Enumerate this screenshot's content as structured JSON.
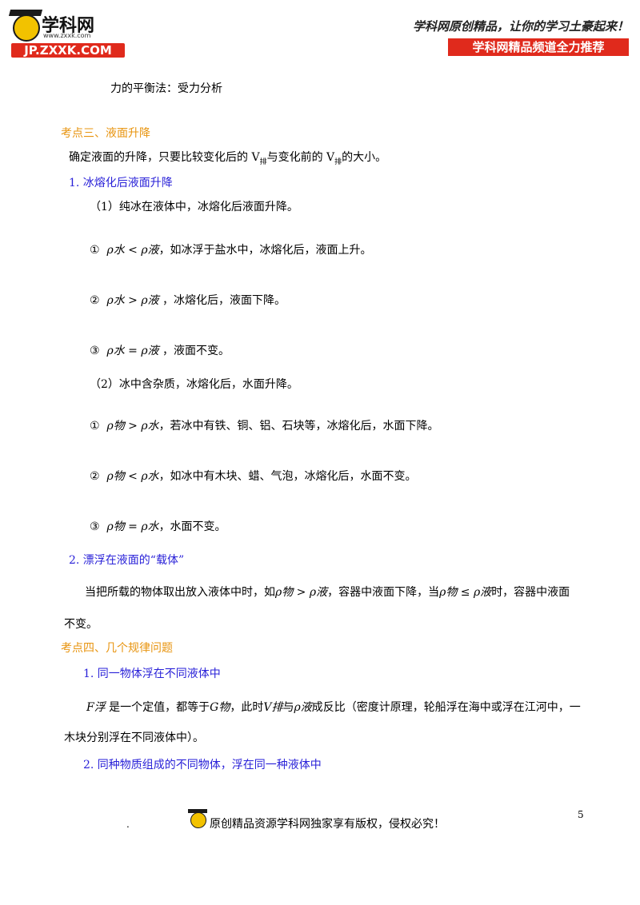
{
  "header": {
    "logo_name": "学科网",
    "logo_url": "www.zxxk.com",
    "logo_domain": "JP.ZXXK.COM",
    "slogan": "学科网原创精品，让你的学习土豪起来！",
    "banner": "学科网精品频道全力推荐"
  },
  "body": {
    "line_force": "力的平衡法：受力分析",
    "section3_title": "考点三、液面升降",
    "section3_intro_a": "确定液面的升降，只要比较变化后的 V",
    "section3_intro_sub1": "排",
    "section3_intro_b": "与变化前的 V",
    "section3_intro_sub2": "排",
    "section3_intro_c": "的大小。",
    "item1_title": "1. 冰熔化后液面升降",
    "item1_case1": "（1）纯冰在液体中，冰熔化后液面升降。",
    "c1_1_num": "①",
    "c1_1_formula": "ρ水 < ρ液",
    "c1_1_text": "，如冰浮于盐水中，冰熔化后，液面上升。",
    "c1_2_num": "②",
    "c1_2_formula": "ρ水 > ρ液",
    "c1_2_text": "，冰熔化后，液面下降。",
    "c1_3_num": "③",
    "c1_3_formula": "ρ水 = ρ液",
    "c1_3_text": "，液面不变。",
    "item1_case2": "（2）冰中含杂质，冰熔化后，水面升降。",
    "c2_1_num": "①",
    "c2_1_formula": "ρ物 > ρ水",
    "c2_1_text": "，若冰中有铁、铜、铝、石块等，冰熔化后，水面下降。",
    "c2_2_num": "②",
    "c2_2_formula": "ρ物 < ρ水",
    "c2_2_text": "，如冰中有木块、蜡、气泡，冰熔化后，水面不变。",
    "c2_3_num": "③",
    "c2_3_formula": "ρ物 = ρ水",
    "c2_3_text": "，水面不变。",
    "item2_title": "2. 漂浮在液面的“载体”",
    "item2_text_a": "当把所载的物体取出放入液体中时，如",
    "item2_formula_a": "ρ物 > ρ液",
    "item2_text_b": "，容器中液面下降，当",
    "item2_formula_b": "ρ物 ≤ ρ液",
    "item2_text_c": "时，容器中液面",
    "item2_text_d": "不变。",
    "section4_title": "考点四、几个规律问题",
    "s4_item1_title": "1. 同一物体浮在不同液体中",
    "s4_item1_formula_F": "F浮",
    "s4_item1_text_a": "是一个定值，都等于",
    "s4_item1_formula_G": "G物",
    "s4_item1_text_b": "，此时",
    "s4_item1_formula_V": "V排",
    "s4_item1_text_c": "与",
    "s4_item1_formula_rho": "ρ液",
    "s4_item1_text_d": "成反比（密度计原理，轮船浮在海中或浮在江河中，一",
    "s4_item1_text_e": "木块分别浮在不同液体中）。",
    "s4_item2_title": "2. 同种物质组成的不同物体，浮在同一种液体中"
  },
  "footer": {
    "page_number": "5",
    "dot": ".",
    "copyright": "原创精品资源学科网独家享有版权，侵权必究！"
  },
  "colors": {
    "orange": "#e8940f",
    "blue": "#2a22d8",
    "brand_red": "#e02a1c"
  }
}
